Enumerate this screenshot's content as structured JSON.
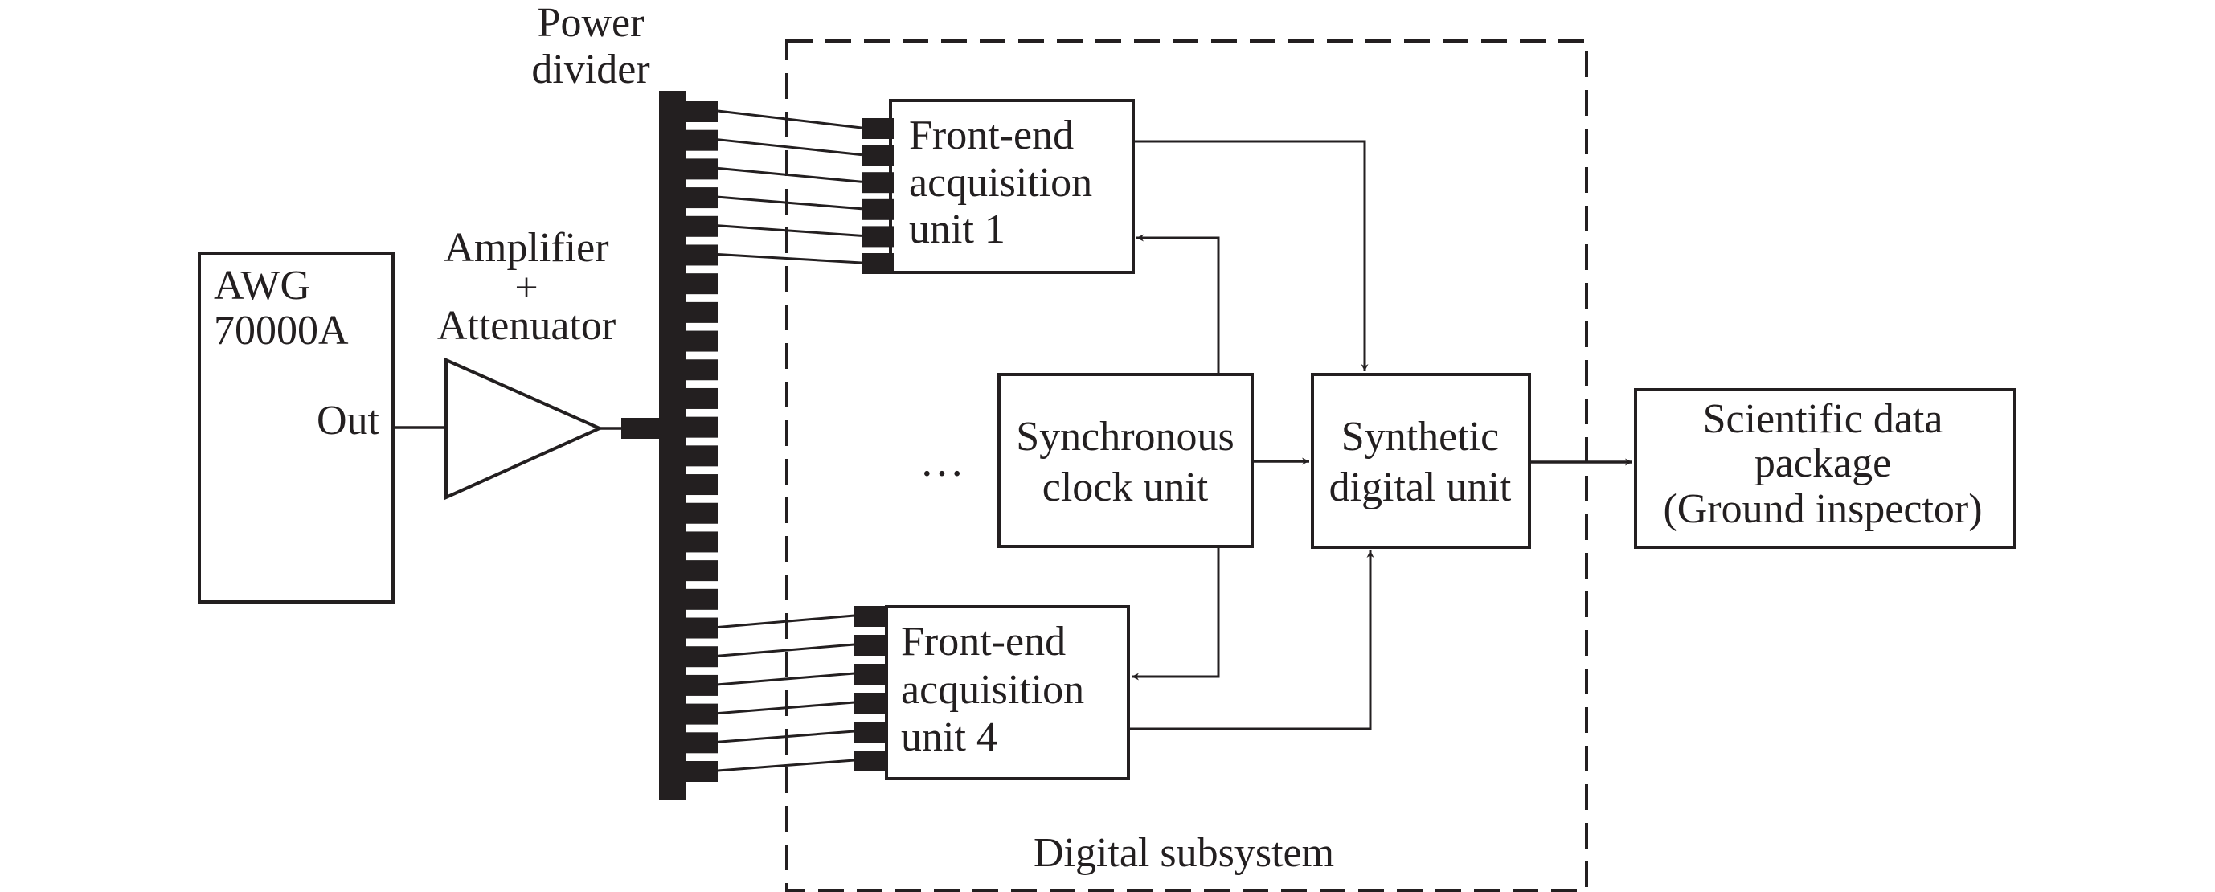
{
  "diagram": {
    "awg": {
      "line1": "AWG",
      "line2": "70000A",
      "port": "Out"
    },
    "amplifier": {
      "line1": "Amplifier",
      "line2": "+",
      "line3": "Attenuator"
    },
    "power_divider": {
      "line1": "Power",
      "line2": "divider",
      "output_ports": 24
    },
    "digital_subsystem": {
      "label": "Digital subsystem",
      "ellipsis": "···",
      "front_end_unit_1": {
        "line1": "Front-end",
        "line2": "acquisition",
        "line3": "unit 1",
        "inputs": 6
      },
      "front_end_unit_4": {
        "line1": "Front-end",
        "line2": "acquisition",
        "line3": "unit 4",
        "inputs": 6
      },
      "clock_unit": {
        "line1": "Synchronous",
        "line2": "clock unit"
      },
      "synthetic_unit": {
        "line1": "Synthetic",
        "line2": "digital unit"
      }
    },
    "scientific_package": {
      "line1": "Scientific data",
      "line2": "package",
      "line3": "(Ground inspector)"
    },
    "colors": {
      "ink": "#231f20",
      "background": "#ffffff"
    }
  }
}
